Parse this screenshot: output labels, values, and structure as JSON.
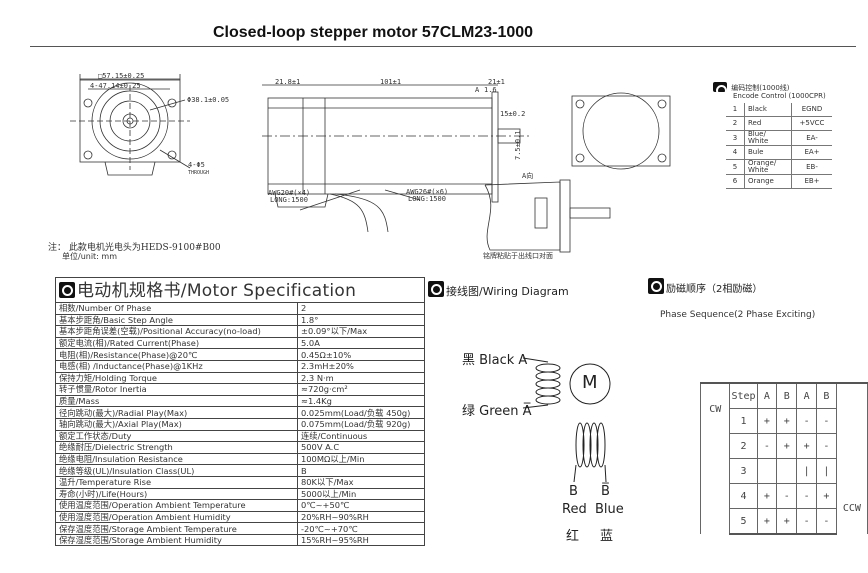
{
  "title": "Closed-loop stepper motor 57CLM23-1000",
  "drawing": {
    "dims": [
      "□57.15±0.25",
      "4-47.14±0.25",
      "Φ38.1±0.05",
      "4-Φ5",
      "THROUGH",
      "21.8±1",
      "101±1",
      "21±1",
      "1.6",
      "A",
      "15±0.2",
      "7.5±0.1",
      "AWG20#(×4)",
      "LONG:1500",
      "AWG26#(×6)",
      "LONG:1500",
      "A向",
      "铭牌粘贴于出线口对面"
    ],
    "note": "注：  此款电机光电头为HEDS-9100#B00",
    "unit": "单位/unit: mm"
  },
  "encoder": {
    "title_cn": "编码控制(1000线)",
    "title_en": "Encode Control (1000CPR)",
    "rows": [
      {
        "no": "1",
        "color": "Black",
        "signal": "EGND"
      },
      {
        "no": "2",
        "color": "Red",
        "signal": "+5VCC"
      },
      {
        "no": "3",
        "color": "Blue/ White",
        "signal": "EA-"
      },
      {
        "no": "4",
        "color": "Bule",
        "signal": "EA+"
      },
      {
        "no": "5",
        "color": "Orange/ White",
        "signal": "EB-"
      },
      {
        "no": "6",
        "color": "Orange",
        "signal": "EB+"
      }
    ]
  },
  "spec": {
    "title": "电动机规格书/Motor Specification",
    "rows": [
      [
        "相数/Number Of Phase",
        "2"
      ],
      [
        "基本步距角/Basic Step Angle",
        "1.8°"
      ],
      [
        "基本步距角误差(空载)/Positional Accuracy(no-load)",
        "±0.09°以下/Max"
      ],
      [
        "额定电流(相)/Rated Current(Phase)",
        "5.0A"
      ],
      [
        "电阻(相)/Resistance(Phase)@20℃",
        "0.45Ω±10%"
      ],
      [
        "电感(相) /Inductance(Phase)@1KHz",
        "2.3mH±20%"
      ],
      [
        "保持力矩/Holding Torque",
        "2.3 N·m"
      ],
      [
        "转子惯量/Rotor Inertia",
        "≈720g·cm²"
      ],
      [
        "质量/Mass",
        "≈1.4Kg"
      ],
      [
        "径向跳动(最大)/Radial Play(Max)",
        "0.025mm(Load/负载 450g)"
      ],
      [
        "轴向跳动(最大)/Axial Play(Max)",
        "0.075mm(Load/负载 920g)"
      ],
      [
        "额定工作状态/Duty",
        "连续/Continuous"
      ],
      [
        "绝缘耐压/Dielectric Strength",
        "500V A.C"
      ],
      [
        "绝缘电阻/Insulation Resistance",
        "100MΩ以上/Min"
      ],
      [
        "绝缘等级(UL)/Insulation Class(UL)",
        "B"
      ],
      [
        "温升/Temperature Rise",
        "80K以下/Max"
      ],
      [
        "寿命(小时)/Life(Hours)",
        "5000以上/Min"
      ],
      [
        "使用温度范围/Operation Ambient Temperature",
        "0℃~+50℃"
      ],
      [
        "使用湿度范围/Operation Ambient Humidity",
        "20%RH~90%RH"
      ],
      [
        "保存温度范围/Storage Ambient Temperature",
        "-20℃~+70℃"
      ],
      [
        "保存湿度范围/Storage Ambient Humidity",
        "15%RH~95%RH"
      ]
    ]
  },
  "wiring": {
    "title": "接线图/Wiring Diagram",
    "a": "黑 Black  A",
    "a_bar": "绿 Green  A̅",
    "motor": "M",
    "b": "B",
    "b_bar": "B̅",
    "b_en": "Red",
    "b_bar_en": "Blue",
    "b_cn": "红",
    "b_bar_cn": "蓝"
  },
  "phase": {
    "title": "励磁顺序（2相励磁）",
    "subtitle": "Phase Sequence(2 Phase Exciting)",
    "header": [
      "Step",
      "A",
      "B",
      "A",
      "B"
    ],
    "rows": [
      [
        "1",
        "+",
        "+",
        "-",
        "-"
      ],
      [
        "2",
        "-",
        "+",
        "+",
        "-"
      ],
      [
        "3",
        "",
        "",
        "|",
        "|"
      ],
      [
        "4",
        "+",
        "-",
        "-",
        "+"
      ],
      [
        "5",
        "+",
        "+",
        "-",
        "-"
      ]
    ],
    "cw": "CW",
    "ccw": "CCW"
  }
}
